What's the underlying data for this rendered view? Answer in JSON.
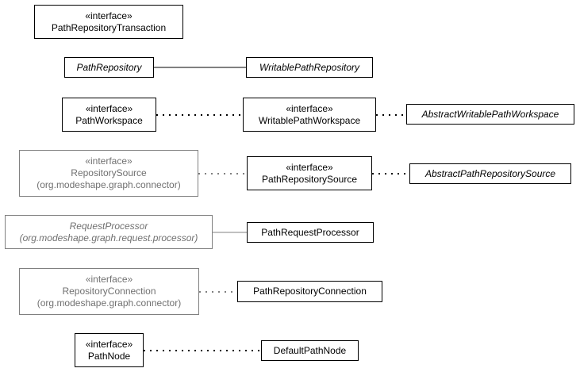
{
  "stereotype": "«interface»",
  "colors": {
    "border": "#000000",
    "external_border": "#808080",
    "external_text": "#707070",
    "edge": "#000000",
    "external_edge": "#808080"
  },
  "classes": {
    "path_repository_transaction": {
      "name": "PathRepositoryTransaction"
    },
    "path_repository": {
      "name": "PathRepository"
    },
    "writable_path_repository": {
      "name": "WritablePathRepository"
    },
    "path_workspace": {
      "name": "PathWorkspace"
    },
    "writable_path_workspace": {
      "name": "WritablePathWorkspace"
    },
    "abstract_writable_path_workspace": {
      "name": "AbstractWritablePathWorkspace"
    },
    "repository_source": {
      "name": "RepositorySource",
      "package": "(org.modeshape.graph.connector)"
    },
    "path_repository_source": {
      "name": "PathRepositorySource"
    },
    "abstract_path_repository_source": {
      "name": "AbstractPathRepositorySource"
    },
    "request_processor": {
      "name": "RequestProcessor",
      "package": "(org.modeshape.graph.request.processor)"
    },
    "path_request_processor": {
      "name": "PathRequestProcessor"
    },
    "repository_connection": {
      "name": "RepositoryConnection",
      "package": "(org.modeshape.graph.connector)"
    },
    "path_repository_connection": {
      "name": "PathRepositoryConnection"
    },
    "path_node": {
      "name": "PathNode"
    },
    "default_path_node": {
      "name": "DefaultPathNode"
    }
  }
}
